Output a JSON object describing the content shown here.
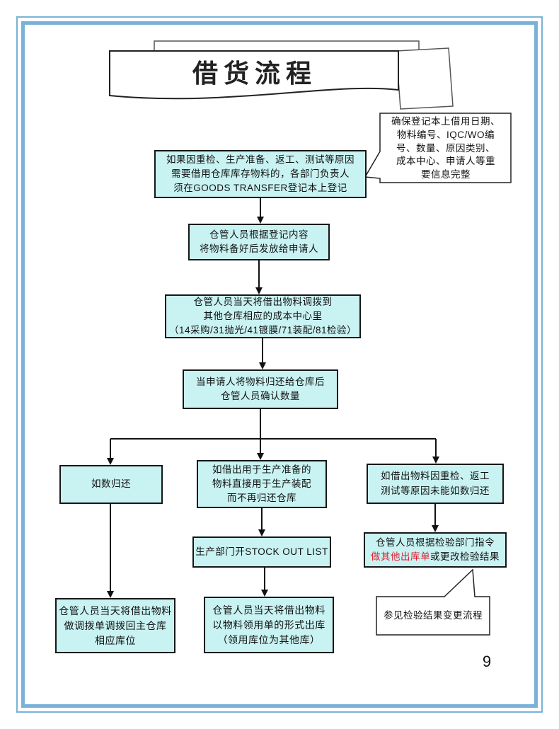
{
  "colors": {
    "frame_blue": "#7ab2d6",
    "box_fill": "#c9f2f2",
    "alert_red": "#e11d2e"
  },
  "banner": {
    "title": "借货流程"
  },
  "page_number": "9",
  "callouts": {
    "register_note": {
      "lines": [
        "确保登记本上借用日期、",
        "物料编号、IQC/WO编",
        "号、数量、原因类别、",
        "成本中心、申请人等重",
        "要信息完整"
      ]
    },
    "result_change": {
      "text": "参见检验结果变更流程"
    }
  },
  "steps": {
    "register": {
      "lines": [
        "如果因重检、生产准备、返工、测试等原因",
        "需要借用仓库库存物料的，各部门负责人",
        "须在GOODS TRANSFER登记本上登记"
      ]
    },
    "prepare": {
      "lines": [
        "仓管人员根据登记内容",
        "将物料备好后发放给申请人"
      ]
    },
    "transfer": {
      "lines": [
        "仓管人员当天将借出物料调拨到",
        "其他仓库相应的成本中心里",
        "（14采购/31抛光/41镀膜/71装配/81检验）"
      ]
    },
    "confirm": {
      "lines": [
        "当申请人将物料归还给仓库后",
        "仓管人员确认数量"
      ]
    },
    "returned_full": {
      "lines": [
        "如数归还"
      ]
    },
    "used_in_production": {
      "lines": [
        "如借出用于生产准备的",
        "物料直接用于生产装配",
        "而不再归还仓库"
      ]
    },
    "not_returned": {
      "lines": [
        "如借出物料因重检、返工",
        "测试等原因未能如数归还"
      ]
    },
    "stock_out_list": {
      "lines": [
        "生产部门开STOCK OUT LIST"
      ]
    },
    "inspection_order": {
      "line1": "仓管人员根据检验部门指令",
      "line2_red": "做其他出库单",
      "line2_rest": "或更改检验结果"
    },
    "transfer_back": {
      "lines": [
        "仓管人员当天将借出物料",
        "做调拨单调拨回主仓库",
        "相应库位"
      ]
    },
    "issue_out": {
      "lines": [
        "仓管人员当天将借出物料",
        "以物料领用单的形式出库",
        "（领用库位为其他库）"
      ]
    }
  }
}
